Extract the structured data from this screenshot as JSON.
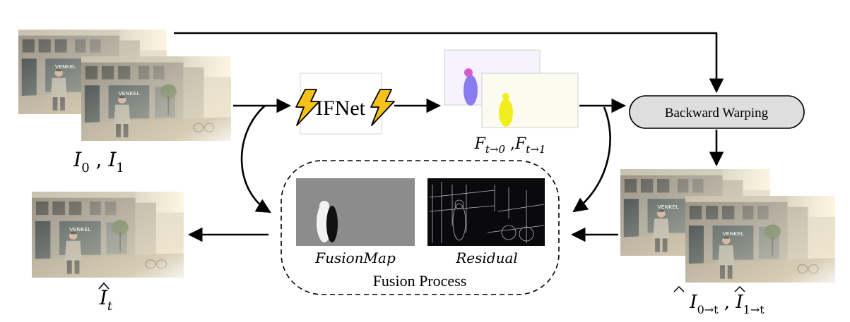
{
  "frames_label": {
    "var": "I",
    "sub0": "0",
    "sep": " , ",
    "sub1": "1"
  },
  "ifnet": {
    "label": "IFNet"
  },
  "flows_label": {
    "var": "F",
    "sub0": "t→0",
    "sep": " ,",
    "sub1": "t→1"
  },
  "backward_warping": {
    "label": "Backward Warping"
  },
  "warped_label": {
    "var": "I",
    "sub0": "0→t",
    "sep": " , ",
    "sub1": "1→t"
  },
  "fusion": {
    "map_label": "FusionMap",
    "residual_label": "Residual",
    "process_label": "Fusion Process"
  },
  "output_label": {
    "var": "I",
    "sub": "t"
  },
  "colors": {
    "arrow": "#000000",
    "warp_box_fill": "#dedede",
    "bolt_fill": "#f6c21a",
    "bolt_stroke": "#000000",
    "flow_blob_a": "#8a7cf0",
    "flow_blob_b": "#f0ee1c"
  },
  "icons": [
    "lightning-bolt-icon"
  ]
}
